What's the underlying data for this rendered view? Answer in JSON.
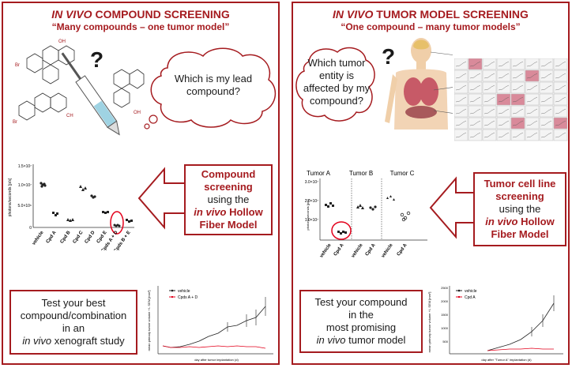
{
  "left": {
    "title_italic": "IN VIVO",
    "title_rest": " COMPOUND SCREENING",
    "subtitle": "“Many compounds – one tumor model”",
    "cloud": {
      "line1": "Which is my lead",
      "line2": "compound?"
    },
    "qmark": "?",
    "arrow_box": {
      "l1": "Compound",
      "l2": "screening",
      "l3": "using the",
      "l4_it": "in vivo",
      "l4_rest": " Hollow",
      "l5": "Fiber Model"
    },
    "bottom_box": {
      "l1": "Test your best",
      "l2": "compound/combination",
      "l3": "in an",
      "l4_it": "in vivo",
      "l4_rest": " xenograft study"
    },
    "chart": {
      "ylabel": "photons/seconds [p/s]",
      "yticks": [
        "1.5×10⁷",
        "1.0×10⁷",
        "5.0×10⁶",
        "0"
      ],
      "categories": [
        "vehicle",
        "Cpd A",
        "Cpd B",
        "Cpd C",
        "Cpd D",
        "Cpd E",
        "Cpds A + D",
        "Cpds B + E"
      ]
    },
    "line_chart": {
      "legend": [
        "vehicle",
        "Cpds A + D"
      ],
      "ylabel": "mean primary tumor volume +/- SEM [mm³]",
      "xlabel": "day after tumor implantation (d)"
    }
  },
  "right": {
    "title_italic": "IN VIVO",
    "title_rest": " TUMOR MODEL SCREENING",
    "subtitle": "“One compound – many tumor models”",
    "cloud": {
      "line1": "Which tumor",
      "line2": "entity is",
      "line3": "affected by my",
      "line4": "compound?"
    },
    "qmark": "?",
    "arrow_box": {
      "l1": "Tumor cell line",
      "l2": "screening",
      "l3": "using the",
      "l4_it": "in vivo",
      "l4_rest": " Hollow",
      "l5": "Fiber Model"
    },
    "bottom_box": {
      "l1": "Test your compound",
      "l2": "in the",
      "l3": "most promising",
      "l4_it": "in vivo",
      "l4_rest": " tumor model"
    },
    "chart": {
      "groups": [
        "Tumor A",
        "Tumor B",
        "Tumor C"
      ],
      "ylabel": "photons/seconds [p/s]",
      "yticks": [
        "3.0×10⁷",
        "2.0×10⁷",
        "1.0×10⁷"
      ],
      "categories": [
        "vehicle",
        "Cpd A",
        "vehicle",
        "Cpd A",
        "vehicle",
        "Cpd A"
      ]
    },
    "line_chart": {
      "legend": [
        "vehicle",
        "Cpd A"
      ],
      "ylabel": "mean primary tumor volume +/- SEM [mm³]",
      "xlabel": "day after \"Tumor A\" implantation (d)",
      "yticks": [
        "2500",
        "2000",
        "1500",
        "1000",
        "500"
      ]
    }
  },
  "colors": {
    "accent": "#a51b1f",
    "highlight": "#e3001b"
  }
}
